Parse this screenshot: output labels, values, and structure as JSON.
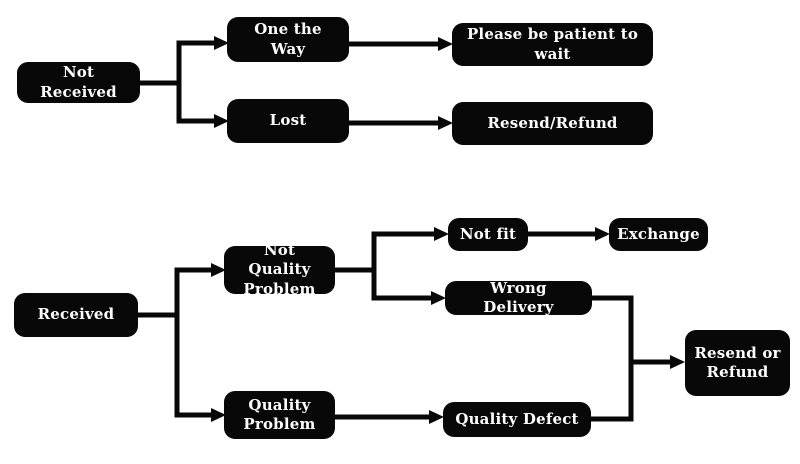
{
  "diagram": {
    "background_color": "#ffffff",
    "node_fill_color": "#080808",
    "node_text_color": "#ffffff",
    "connector_color": "#080808",
    "nodes": {
      "not_received": "Not Received",
      "one_the_way": "One the Way",
      "lost": "Lost",
      "please_wait": "Please be patient to wait",
      "resend_refund": "Resend/Refund",
      "received": "Received",
      "not_quality_problem": "Not Quality Problem",
      "quality_problem": "Quality Problem",
      "not_fit": "Not fit",
      "exchange": "Exchange",
      "wrong_delivery": "Wrong Delivery",
      "quality_defect": "Quality Defect",
      "resend_or_refund": "Resend or Refund"
    },
    "edges": [
      {
        "from": "Not Received",
        "to": "One the Way"
      },
      {
        "from": "Not Received",
        "to": "Lost"
      },
      {
        "from": "One the Way",
        "to": "Please be patient to wait"
      },
      {
        "from": "Lost",
        "to": "Resend/Refund"
      },
      {
        "from": "Received",
        "to": "Not Quality Problem"
      },
      {
        "from": "Received",
        "to": "Quality Problem"
      },
      {
        "from": "Not Quality Problem",
        "to": "Not fit"
      },
      {
        "from": "Not Quality Problem",
        "to": "Wrong Delivery"
      },
      {
        "from": "Not fit",
        "to": "Exchange"
      },
      {
        "from": "Wrong Delivery",
        "to": "Resend or Refund"
      },
      {
        "from": "Quality Problem",
        "to": "Quality Defect"
      },
      {
        "from": "Quality Defect",
        "to": "Resend or Refund"
      }
    ]
  }
}
